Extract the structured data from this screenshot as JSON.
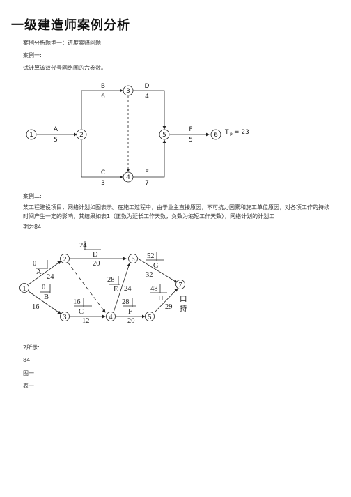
{
  "doc": {
    "title": "一级建造师案例分析",
    "line1": "案例分析题型一：进度索赔问题",
    "line2": "案例一:",
    "line3": "试计算该双代号网络图的六参数。",
    "case2": "案例二:",
    "case2_text": "某工程建设项目，网络计划如图表示。在施工过程中，由于业主直接原因，不可抗力因素和施工单位原因，对各项工作的持续时间产生一定的影响，其结果如表1（正数为延长工作天数，负数为缩短工作天数），网络计划的计划工",
    "period": "期为84",
    "fig_caption": "2所示:",
    "n84": "84",
    "fig1": "图一",
    "table1": "表一"
  },
  "diagram1": {
    "nodes": [
      "1",
      "2",
      "3",
      "4",
      "5",
      "6"
    ],
    "activities": [
      {
        "name": "A",
        "dur": "5"
      },
      {
        "name": "B",
        "dur": "6"
      },
      {
        "name": "D",
        "dur": "4"
      },
      {
        "name": "C",
        "dur": "3"
      },
      {
        "name": "E",
        "dur": "7"
      },
      {
        "name": "F",
        "dur": "5"
      }
    ],
    "tp_label": "T",
    "tp_sub": "P",
    "tp_value": "= 23"
  },
  "diagram2": {
    "nodes": [
      "1",
      "2",
      "3",
      "4",
      "5",
      "6",
      "7"
    ],
    "labels": {
      "a_top": "0",
      "a": "A",
      "a_dur": "24",
      "b_top": "0",
      "b": "B",
      "b_dur": "16",
      "d_top": "24",
      "d": "D",
      "d_dur": "20",
      "c_top": "16",
      "c": "C",
      "c_dur": "12",
      "e_top": "28",
      "e": "E",
      "e_dur": "24",
      "f_top": "28",
      "f": "F",
      "f_dur": "20",
      "g_top": "52",
      "g": "G",
      "g_dur": "32",
      "h_top": "48",
      "h": "H",
      "h_dur": "29",
      "cut1": "口",
      "cut2": "持"
    }
  }
}
